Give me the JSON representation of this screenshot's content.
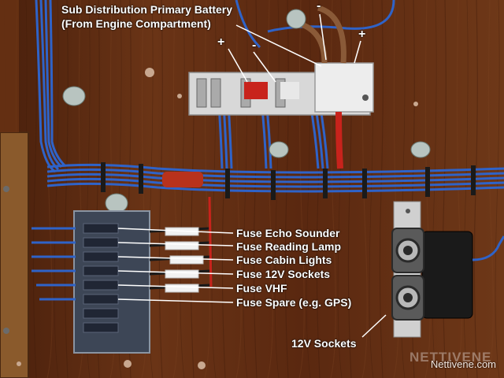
{
  "labels": {
    "title_line1": "Sub Distribution Primary Battery",
    "title_line2": "(From Engine Compartment)",
    "plus_1": "+",
    "minus_1": "-",
    "minus_2": "-",
    "plus_2": "+",
    "fuses": [
      "Fuse Echo Sounder",
      "Fuse Reading Lamp",
      "Fuse Cabin Lights",
      "Fuse 12V Sockets",
      "Fuse VHF",
      "Fuse Spare (e.g. GPS)"
    ],
    "sockets": "12V Sockets"
  },
  "watermark": {
    "logo": "NETTIVENE",
    "site": "Nettivene.com"
  },
  "colors": {
    "wood": "#5a2a12",
    "wire_blue": "#2f63c8",
    "wire_red": "#c8231c",
    "label_text": "#ffffff"
  }
}
